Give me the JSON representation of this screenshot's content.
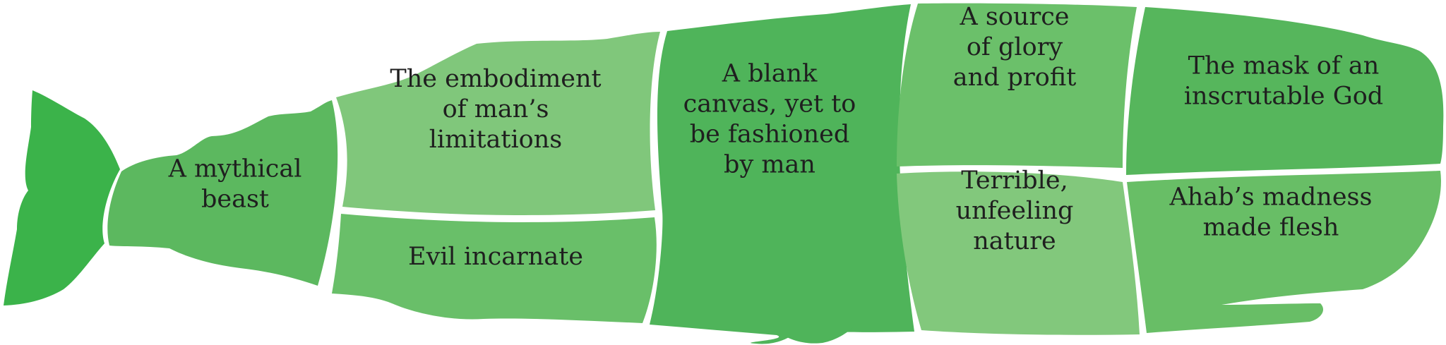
{
  "segments": {
    "tail": {
      "color": "#3bb34a",
      "lines": []
    },
    "beast": {
      "color": "#5cb85f",
      "lines": [
        "A mythical",
        "beast"
      ]
    },
    "limits": {
      "color": "#80c77b",
      "lines": [
        "The embodiment",
        "of man’s",
        "limitations"
      ]
    },
    "evil": {
      "color": "#69bf69",
      "lines": [
        "Evil incarnate"
      ]
    },
    "canvas": {
      "color": "#4fb45a",
      "lines": [
        "A blank",
        "canvas, yet to",
        "be fashioned",
        "by man"
      ]
    },
    "glory": {
      "color": "#6bc06a",
      "lines": [
        "A source",
        "of glory",
        "and profit"
      ]
    },
    "nature": {
      "color": "#82c87c",
      "lines": [
        "Terrible,",
        "unfeeling",
        "nature"
      ]
    },
    "god": {
      "color": "#56b65c",
      "lines": [
        "The mask of an",
        "inscrutable God"
      ]
    },
    "madness": {
      "color": "#68be66",
      "lines": [
        "Ahab’s madness",
        "made flesh"
      ]
    }
  }
}
